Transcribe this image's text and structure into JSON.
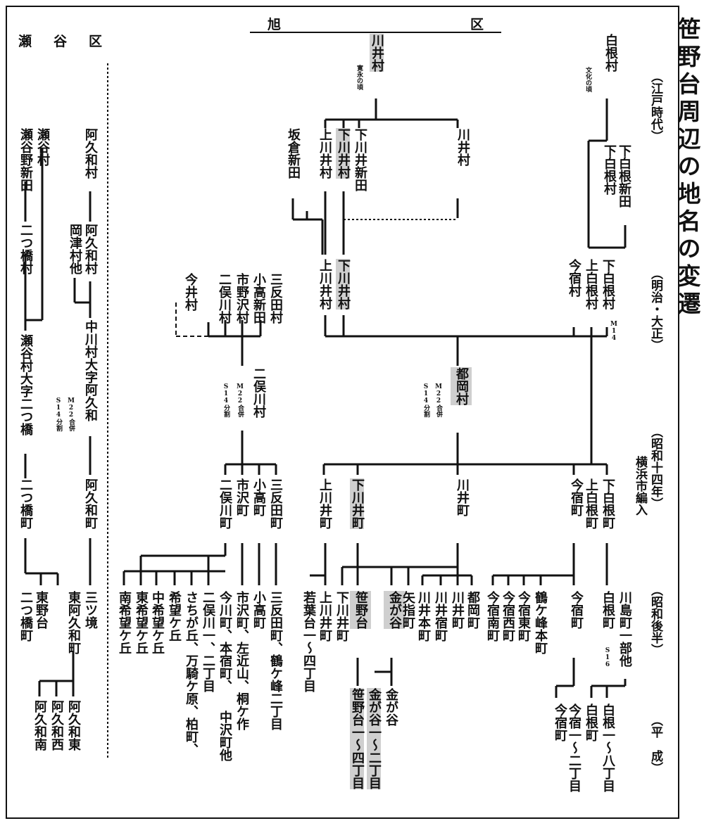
{
  "title": "笹野台周辺の地名の変遷",
  "eras": [
    "（江戸時代）",
    "（明治・大正）",
    "（昭和十四年）",
    "横浜市編入",
    "（昭和後半）",
    "（平　成）"
  ],
  "wards": {
    "asahi": "旭",
    "ku": "区",
    "seya": "瀬　谷　区"
  },
  "notes": {
    "kanei": "寛永の頃",
    "bunka": "文化の頃",
    "m22a": "M22合併",
    "s14a": "S14分割",
    "m22b": "M22合併",
    "s14b": "S14分割",
    "m22c": "M22合併",
    "s14c": "S14分割",
    "m14": "M14",
    "s16": "S16"
  },
  "edo": {
    "kawai": "川井村",
    "saka": "坂倉新田",
    "kamikawai": "上川井村",
    "shimokawai": "下川井村",
    "shimokawaishinden": "下川井新田",
    "kawai2": "川井村",
    "shirane": "白根村",
    "shimoshirane": "下白根村",
    "shimoshiranesinden": "下白根新田",
    "seya": "瀬谷村",
    "seyano": "瀬谷野新田",
    "akuwa": "阿久和村"
  },
  "meiji": {
    "kamikawai": "上川井村",
    "shimokawai": "下川井村",
    "imai": "今井村",
    "futamata": "二俣川村",
    "ichino": "市野沢村",
    "ogo": "小高新田",
    "sanban": "三反田村",
    "imajuku": "今宿村",
    "kamishirane": "上白根村",
    "shimoshirane": "下白根村",
    "tsuoka": "都岡村",
    "futamatavil": "二俣川村",
    "futatsubashi": "二つ橋村",
    "akuwa2": "阿久和村",
    "okatsu": "岡津村他",
    "nakagawa": "中川村大字阿久和",
    "seyaoaza": "瀬谷村大字二つ橋"
  },
  "showa14": {
    "kamikawai": "上川井町",
    "shimokawai": "下川井町",
    "kawai": "川井町",
    "imajuku": "今宿町",
    "kamishirane": "上白根町",
    "shimoshirane": "下白根町",
    "futamata": "二俣川町",
    "ichizawa": "市沢町",
    "kodaka": "小高町",
    "sanban": "三反田町",
    "akuwa": "阿久和町",
    "futatsubashi": "二つ橋町"
  },
  "showaLate": {
    "wakaba": "若葉台一〜四丁目",
    "kamikawai": "上川井町",
    "shimokawai": "下川井町",
    "sasano": "笹野台",
    "kanegaya": "金が谷",
    "yasashi": "矢指町",
    "kawaihon": "川井本町",
    "kawaijuku": "川井宿町",
    "tsuoka": "都岡町",
    "imajukuminami": "今宿南町",
    "imajukunishi": "今宿西町",
    "imajukuhigashi": "今宿東町",
    "tsurugamine": "鶴ケ峰本町",
    "imajuku": "今宿町",
    "shirane": "白根町",
    "kawashima": "川島町一部他",
    "minamikibo": "南希望ケ丘",
    "higashikibo": "東希望ケ丘",
    "nakakibo": "中希望ケ丘",
    "kibo": "希望ケ丘",
    "sachigaoka": "さちが丘、万騎ケ原、柏町、",
    "futamata12": "二俣川一、二丁目",
    "imakawa": "今川町、本宿町、",
    "ichizawa": "市沢町、左近山、桐ケ作",
    "kodaka": "小高町",
    "sanban": "三反田町、鶴ケ峰二丁目",
    "nakazawa": "中沢町他",
    "futatsubashi": "二つ橋町",
    "higashino": "東野台",
    "higashiakuwa": "東阿久和町",
    "mitsusakai": "三ツ境"
  },
  "heisei": {
    "sasano": "笹野台一〜四丁目",
    "kanegaya": "金が谷一〜二丁目",
    "kanegaya2": "金が谷",
    "imajuku": "今宿町",
    "imajuku12": "今宿一〜二丁目",
    "shirane": "白根町",
    "shirane18": "白根一〜八丁目",
    "akuwaminami": "阿久和南",
    "akuwanishi": "阿久和西",
    "akuwahigashi": "阿久和東"
  }
}
